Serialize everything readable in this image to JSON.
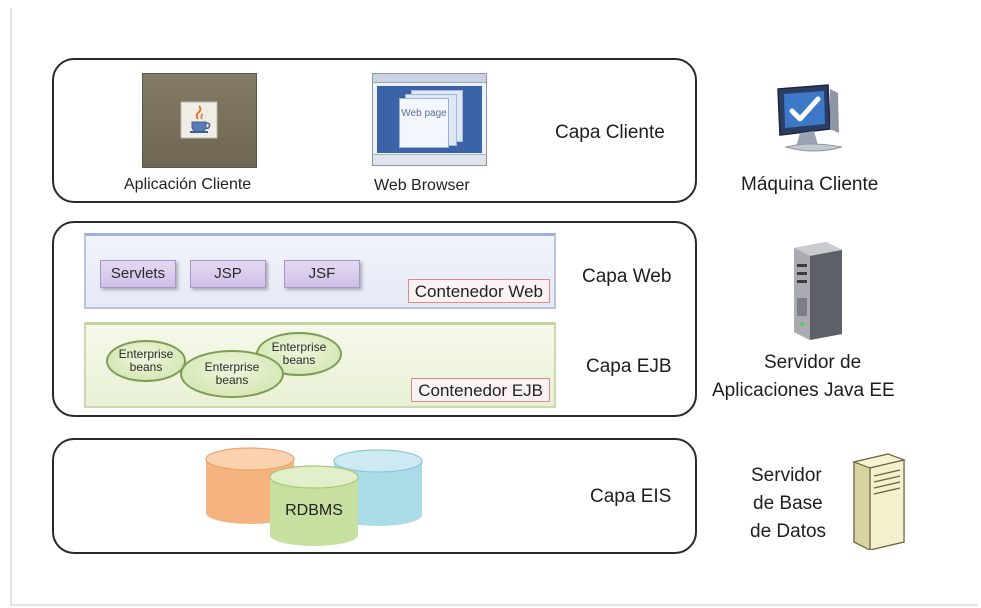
{
  "client_tier": {
    "layer_label": "Capa Cliente",
    "app_caption": "Aplicación Cliente",
    "browser_caption": "Web Browser",
    "browser_page_text": "Web page",
    "machine_label": "Máquina Cliente",
    "icon": "computer-monitor-icon"
  },
  "server_tier": {
    "web_layer_label": "Capa Web",
    "ejb_layer_label": "Capa EJB",
    "web_container_label": "Contenedor Web",
    "ejb_container_label": "Contenedor EJB",
    "web_components": [
      "Servlets",
      "JSP",
      "JSF"
    ],
    "beans": [
      "Enterprise beans",
      "Enterprise beans",
      "Enterprise beans"
    ],
    "machine_label_line1": "Servidor de",
    "machine_label_line2": "Aplicaciones Java EE",
    "icon": "server-tower-icon"
  },
  "eis_tier": {
    "layer_label": "Capa EIS",
    "db_label": "RDBMS",
    "machine_label_line1": "Servidor",
    "machine_label_line2": "de Base",
    "machine_label_line3": "de Datos",
    "icon": "database-server-icon"
  },
  "colors": {
    "web_component_fill": "#d8cbea",
    "bean_border": "#7e9c52",
    "db_orange": "#f5b37f",
    "db_blue": "#a9dbe8",
    "db_green": "#c7df9f",
    "container_label_border": "#e08a8a"
  }
}
